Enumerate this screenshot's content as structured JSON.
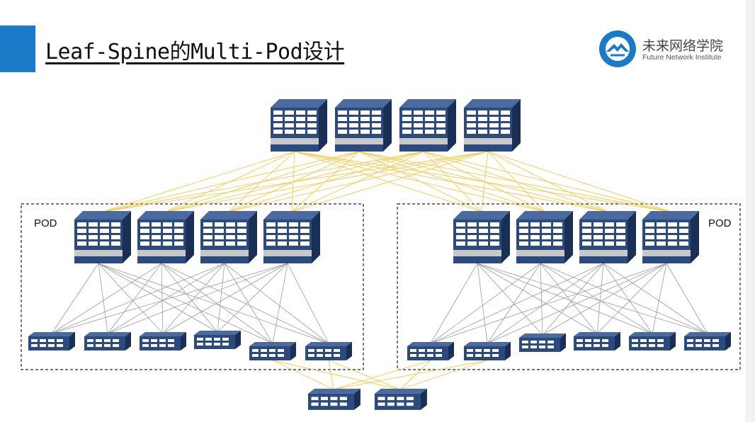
{
  "slide": {
    "title": "Leaf-Spine的Multi-Pod设计"
  },
  "logo": {
    "name_cn": "未来网络学院",
    "name_en": "Future Network Institute",
    "icon": "mountain-logo-icon"
  },
  "pods": [
    {
      "label": "POD"
    },
    {
      "label": "POD"
    }
  ],
  "colors": {
    "accent": "#1a7ac8",
    "switch_front": "#2b4a7e",
    "switch_side": "#1a2f55",
    "uplink_lines": "#f2c94c",
    "fabric_lines": "#9a9a9a",
    "logo_blue": "#1a7ac8"
  }
}
